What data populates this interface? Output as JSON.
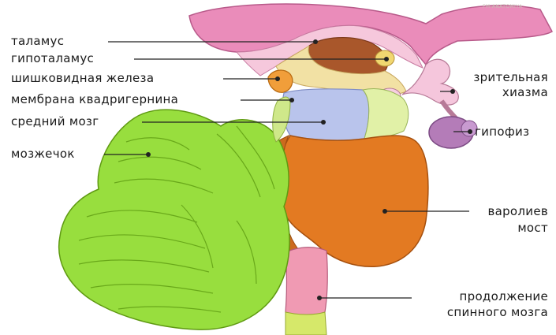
{
  "watermark": "FM-ANATOMIYA",
  "labels": {
    "thalamus": "таламус",
    "hypothalamus": "гипоталамус",
    "pineal": "шишковидная железа",
    "quadrigeminal_membrane": "мембрана квадригернина",
    "midbrain": "средний мозг",
    "cerebellum": "мозжечок",
    "optic_chiasm_line1": "зрительная",
    "optic_chiasm_line2": "хиазма",
    "pituitary": "гипофиз",
    "pons_line1": "варолиев",
    "pons_line2": "мост",
    "medulla_line1": "продолжение",
    "medulla_line2": "спинного мозга"
  }
}
